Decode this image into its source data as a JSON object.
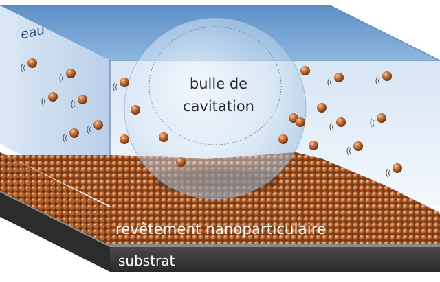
{
  "labels": {
    "water": "eau",
    "bubble_line1": "bulle de",
    "bubble_line2": "cavitation",
    "coating": "revêtement nanoparticulaire",
    "substrate": "substrat"
  },
  "colors": {
    "water_top": "#6f9fd0",
    "water_front": "#eaf2fb",
    "water_side": "#c9daee",
    "particle": "#c8703a",
    "particle_dark": "#7a3c14",
    "substrate": "#3c3c3c",
    "substrate_top": "#8a8a8a"
  },
  "icons": {
    "particle": "nanoparticle-icon",
    "vibration": "vibration-marks-icon"
  }
}
